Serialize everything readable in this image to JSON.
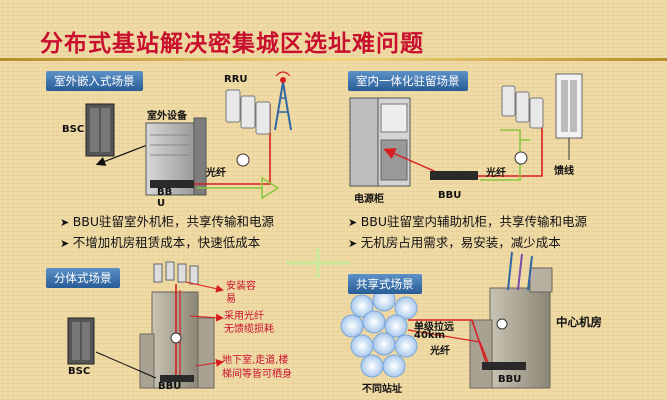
{
  "title": "分布式基站解决密集城区选址难问题",
  "scenes": {
    "outdoor": {
      "tag": "室外嵌入式场景",
      "labels": {
        "bsc": "BSC",
        "cabinet": "室外设备",
        "rru": "RRU",
        "bbu": "BB\nU",
        "fiber": "光纤"
      },
      "bullets": [
        "BBU驻留室外机柜，共享传输和电源",
        "不增加机房租赁成本，快速低成本"
      ]
    },
    "indoor": {
      "tag": "室内一体化驻留场景",
      "labels": {
        "power_cabinet": "电源柜",
        "bbu": "BBU",
        "fiber": "光纤",
        "feeder": "馈线"
      },
      "bullets": [
        "BBU驻留室内辅助机柜，共享传输和电源",
        "无机房占用需求，易安装，减少成本"
      ]
    },
    "distributed": {
      "tag": "分体式场景",
      "labels": {
        "install": "安装容\n易",
        "fiber_note": "采用光纤\n无馈缆损耗",
        "basement": "地下室,走道,楼\n梯间等皆可栖身",
        "bsc": "BSC",
        "bbu": "BBU"
      }
    },
    "shared": {
      "tag": "共享式场景",
      "labels": {
        "single_level": "单级拉远",
        "distance": "40km",
        "fiber": "光纤",
        "center": "中心机房",
        "bbu": "BBU",
        "sites": "不同站址"
      }
    }
  },
  "colors": {
    "title": "#c8102e",
    "tag_bg": "#2f66a3",
    "fiber_red": "#d81e1e",
    "fiber_green": "#8cc63f",
    "bbu_dark": "#2a2a2a"
  }
}
